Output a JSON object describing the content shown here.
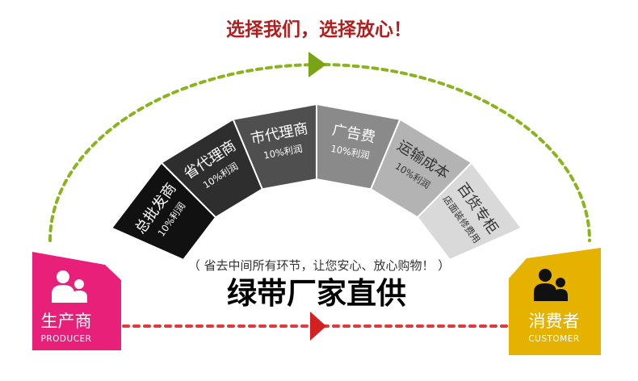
{
  "header": {
    "slogan": "选择我们，选择放心！",
    "slogan_color": "#b01e1e"
  },
  "colors": {
    "dashed_green": "#8ab41e",
    "arrow_green": "#7aa315",
    "dashed_red": "#e03a3a",
    "arrow_red": "#d42020",
    "producer_pink": "#e8207a",
    "consumer_gold": "#e6b200"
  },
  "chain": [
    {
      "label": "总批发商",
      "sub": "10%利润",
      "color": "#111111",
      "text_color": "#ffffff"
    },
    {
      "label": "省代理商",
      "sub": "10%利润",
      "color": "#2e2e2e",
      "text_color": "#ffffff"
    },
    {
      "label": "市代理商",
      "sub": "10%利润",
      "color": "#4f4f4f",
      "text_color": "#ffffff"
    },
    {
      "label": "广告费",
      "sub": "10%利润",
      "color": "#8a8a8a",
      "text_color": "#ffffff"
    },
    {
      "label": "运输成本",
      "sub": "10%利润",
      "color": "#b3b3b3",
      "text_color": "#333333"
    },
    {
      "label": "百货专柜",
      "sub": "店面装修费用",
      "color": "#d9d9d9",
      "text_color": "#333333"
    }
  ],
  "center": {
    "note": "（ 省去中间所有环节，让您安心、放心购物！ ）",
    "headline": "绿带厂家直供"
  },
  "producer": {
    "title": "生产商",
    "subtitle": "PRODUCER",
    "icon": "people-icon"
  },
  "consumer": {
    "title": "消费者",
    "subtitle": "CUSTOMER",
    "icon": "people-icon"
  }
}
